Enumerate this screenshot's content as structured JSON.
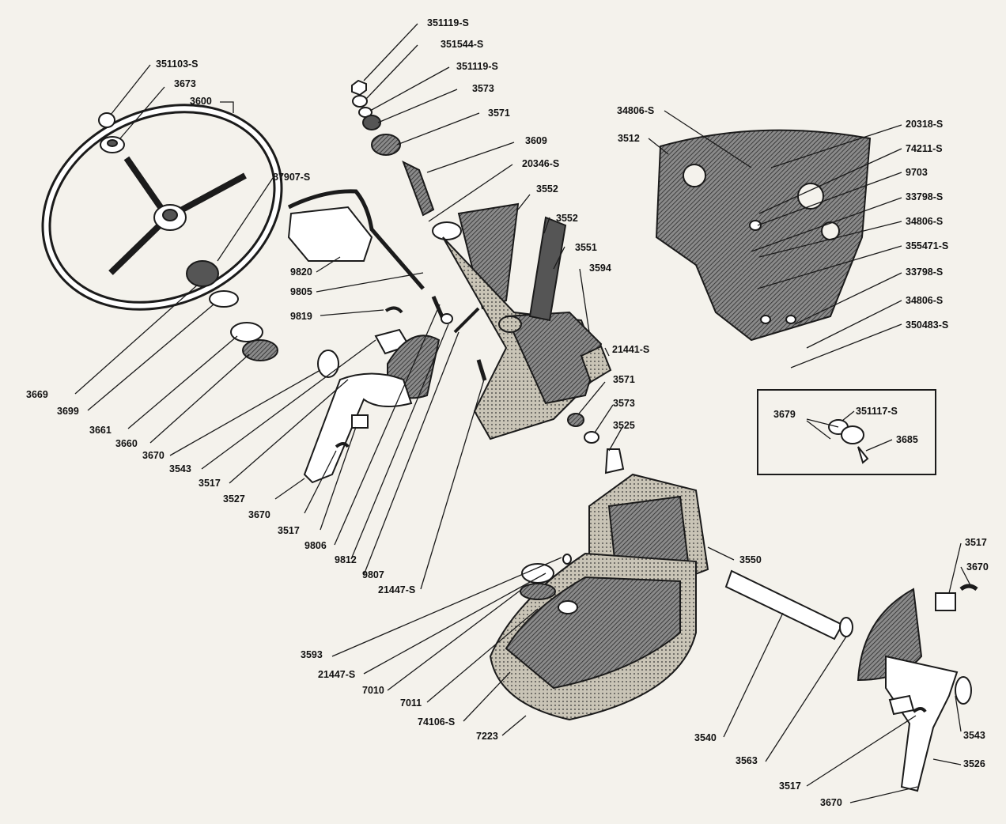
{
  "labels": {
    "p351119a": "351119-S",
    "p351544": "351544-S",
    "p351119b": "351119-S",
    "p3573a": "3573",
    "p3571a": "3571",
    "p3609": "3609",
    "p20346": "20346-S",
    "p3552a": "3552",
    "p3552b": "3552",
    "p3551": "3551",
    "p3594": "3594",
    "p21441": "21441-S",
    "p3571b": "3571",
    "p3573b": "3573",
    "p3525": "3525",
    "p351103": "351103-S",
    "p3673": "3673",
    "p3600": "3600",
    "p87907": "87907-S",
    "p9820": "9820",
    "p9805": "9805",
    "p9819": "9819",
    "p3669": "3669",
    "p3699": "3699",
    "p3661": "3661",
    "p3660": "3660",
    "p3670a": "3670",
    "p3543a": "3543",
    "p3517a": "3517",
    "p3527": "3527",
    "p3670b": "3670",
    "p3517b": "3517",
    "p9806": "9806",
    "p9812": "9812",
    "p9807": "9807",
    "p21447a": "21447-S",
    "p34806a": "34806-S",
    "p3512": "3512",
    "p20318": "20318-S",
    "p74211": "74211-S",
    "p9703": "9703",
    "p33798a": "33798-S",
    "p34806b": "34806-S",
    "p355471": "355471-S",
    "p33798b": "33798-S",
    "p34806c": "34806-S",
    "p350483": "350483-S",
    "p3679": "3679",
    "p351117": "351117-S",
    "p3685": "3685",
    "p3550": "3550",
    "p3593": "3593",
    "p21447b": "21447-S",
    "p7010": "7010",
    "p7011": "7011",
    "p74106": "74106-S",
    "p7223": "7223",
    "p3540": "3540",
    "p3563": "3563",
    "p3517c": "3517",
    "p3670c": "3670",
    "p3543b": "3543",
    "p3526": "3526",
    "p3517d": "3517",
    "p3670d": "3670"
  }
}
